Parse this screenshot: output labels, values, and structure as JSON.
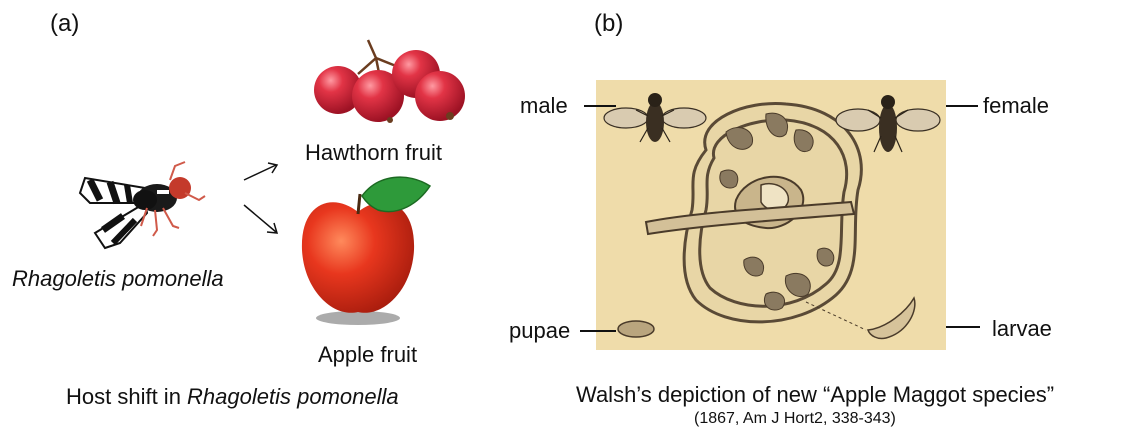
{
  "panel_a": {
    "label": "(a)",
    "species_name": "Rhagoletis pomonella",
    "hawthorn_label": "Hawthorn fruit",
    "apple_label": "Apple fruit",
    "caption_prefix": "Host shift in ",
    "caption_italic": "Rhagoletis pomonella"
  },
  "panel_b": {
    "label": "(b)",
    "male_label": "male",
    "female_label": "female",
    "pupae_label": "pupae",
    "larvae_label": "larvae",
    "caption": "Walsh’s depiction of new “Apple Maggot species”",
    "citation": "(1867, Am J Hort2, 338-343)"
  },
  "colors": {
    "hawthorn_red": "#d7263d",
    "apple_red": "#e8371e",
    "leaf_green": "#2e9a3a",
    "plate_bg": "#efdcaa",
    "fly_eye": "#c43a2b"
  }
}
